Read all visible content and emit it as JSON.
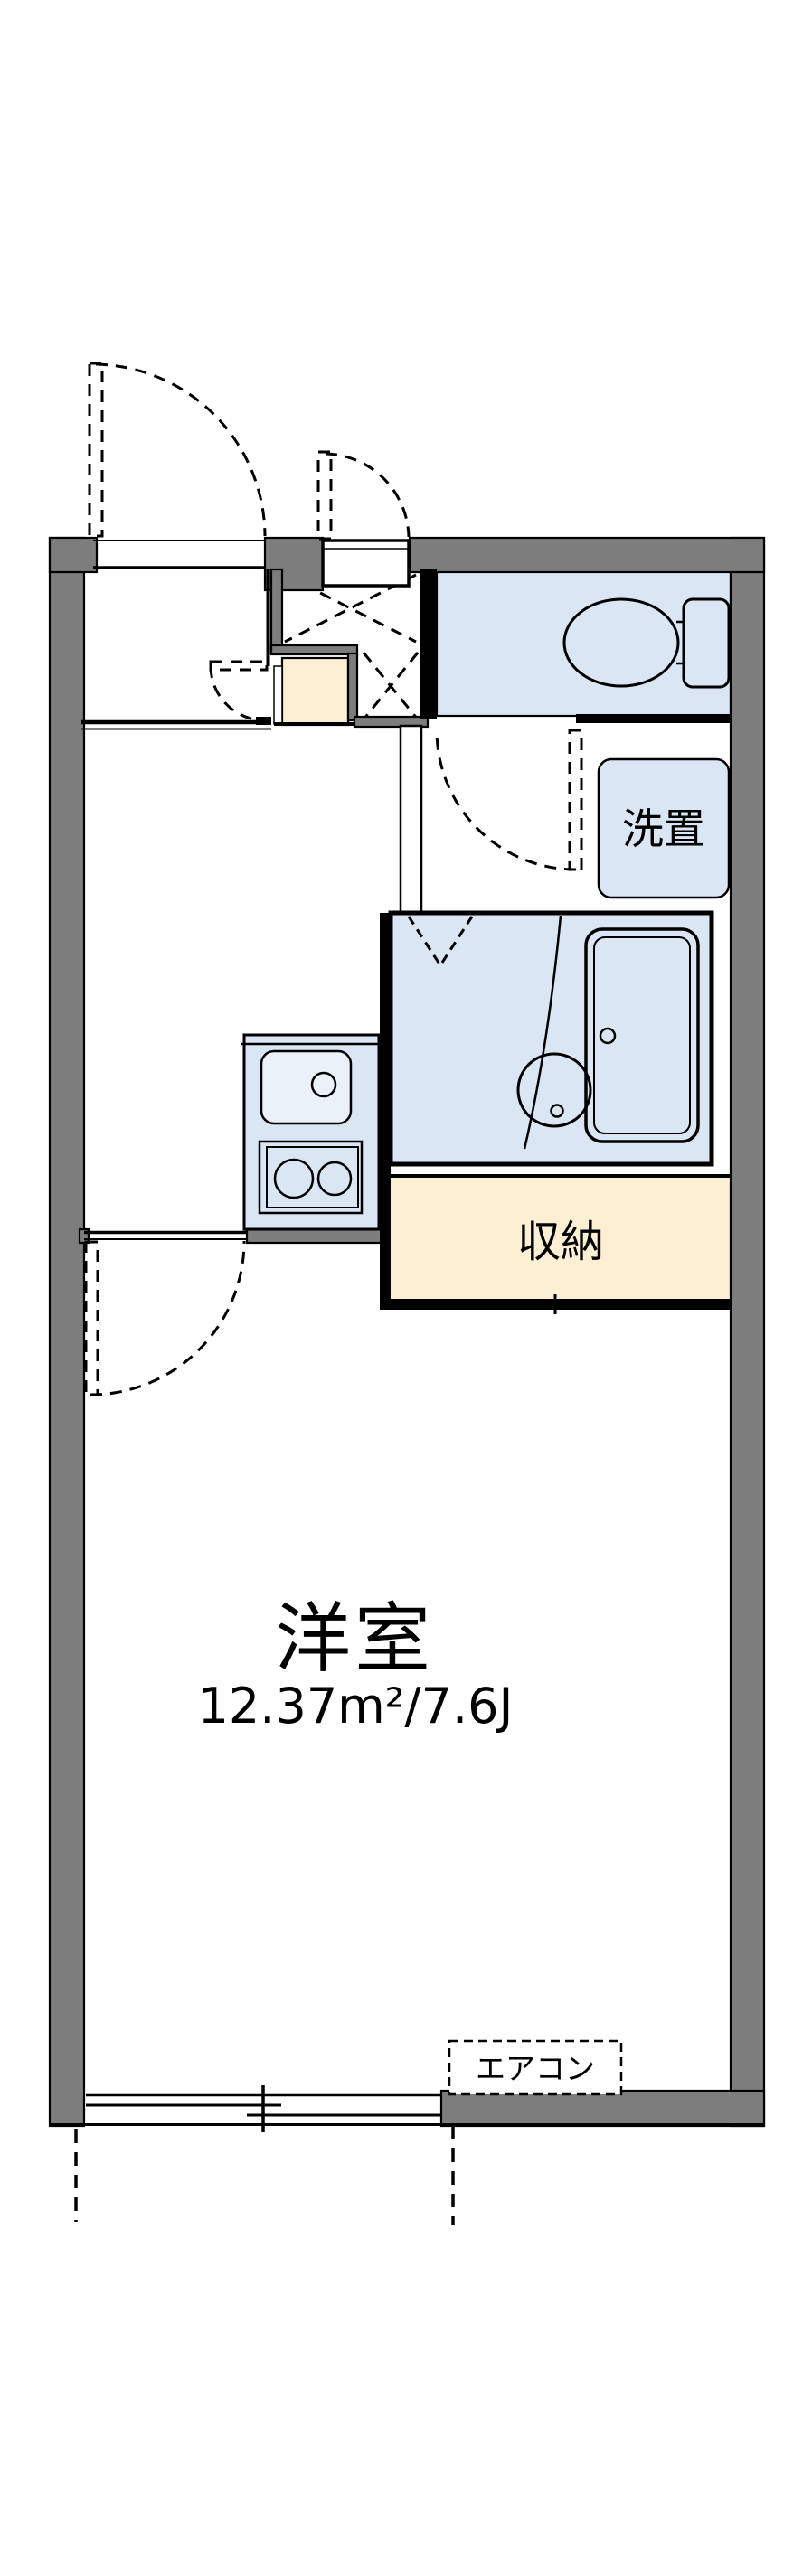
{
  "plan": {
    "type": "apartment-floor-plan",
    "labels": {
      "washer": "洗置",
      "closet": "収納",
      "main_room": "洋室",
      "main_room_area": "12.37m²/7.6J",
      "aircon": "エアコン"
    },
    "colors": {
      "wall": "#7d7d7d",
      "water_area": "#dbe6f4",
      "sink_inner": "#eaf1f9",
      "floor_accent": "#fcefd4",
      "line": "#000000",
      "background": "#ffffff"
    }
  }
}
